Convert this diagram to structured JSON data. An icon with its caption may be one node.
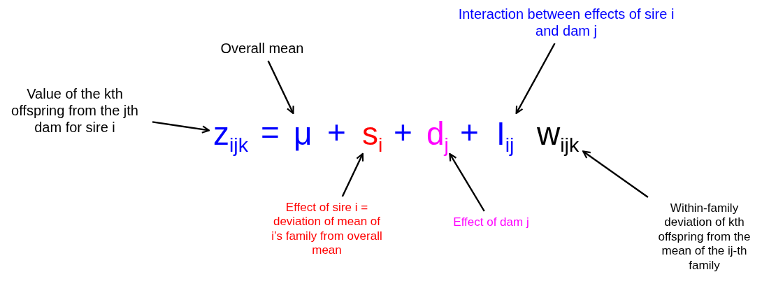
{
  "diagram": {
    "nodes": [
      {
        "text": [
          "Value of the kth offspring from the jth dam for sire i"
        ]
      },
      {
        "text": [
          "Overall mean"
        ]
      },
      {
        "text": [
          "Interaction between effects of sire i and dam j"
        ]
      },
      {
        "text": [
          "z$_{ijk}$"
        ]
      },
      {
        "text": [
          "μ"
        ]
      },
      {
        "text": [
          "s$_{i}$"
        ]
      },
      {
        "text": [
          "d$_{j}$"
        ]
      },
      {
        "text": [
          "I$_{ij}$"
        ]
      },
      {
        "text": [
          "w$_{ijk}$"
        ]
      },
      {
        "text": [
          "Effect of sire i = deviation of mean of i’s family from overall mean"
        ]
      },
      {
        "text": [
          "Effect of dam j"
        ]
      },
      {
        "text": [
          "Within-family deviation of kth offspring from the mean of the ij-th family"
        ]
      }
    ],
    "edges": [
      {
        "from": 0,
        "to": 3,
        "arrow": "to"
      },
      {
        "from": 1,
        "to": 4,
        "arrow": "to"
      },
      {
        "from": 2,
        "to": 7,
        "arrow": "to"
      },
      {
        "from": 9,
        "to": 5,
        "arrow": "to"
      },
      {
        "from": 10,
        "to": 6,
        "arrow": "to"
      },
      {
        "from": 11,
        "to": 8,
        "arrow": "to"
      }
    ],
    "labels": [
      "=",
      "+",
      "+",
      "+"
    ]
  }
}
